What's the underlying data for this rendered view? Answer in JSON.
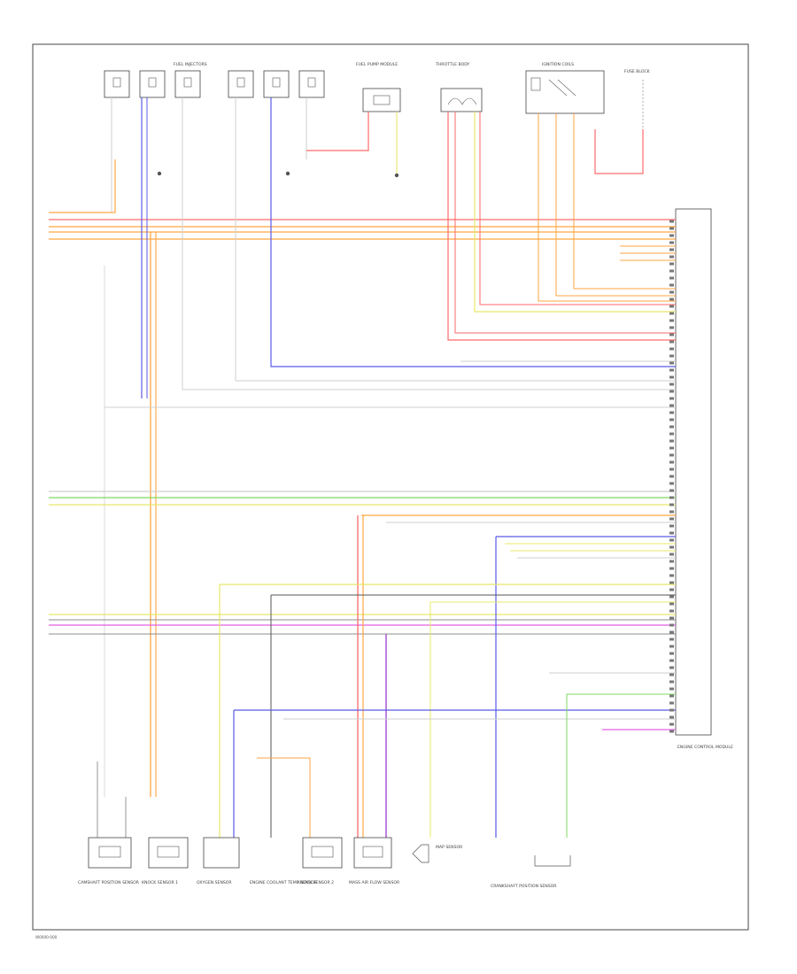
{
  "diagram": {
    "footer_code": "W0000-000",
    "top_components": [
      {
        "id": "fuel-injectors",
        "label": "FUEL INJECTORS"
      },
      {
        "id": "fuel-pump-module",
        "label": "FUEL PUMP MODULE"
      },
      {
        "id": "throttle-body",
        "label": "THROTTLE BODY"
      },
      {
        "id": "ignition-coils",
        "label": "IGNITION COILS"
      },
      {
        "id": "fuse-block",
        "label": "FUSE BLOCK"
      }
    ],
    "ecm_label": "ENGINE CONTROL MODULE",
    "bottom_components": [
      {
        "id": "camshaft-sensor",
        "label": "CAMSHAFT POSITION SENSOR"
      },
      {
        "id": "knock-sensor-1",
        "label": "KNOCK SENSOR 1"
      },
      {
        "id": "oxygen-sensor",
        "label": "OXYGEN SENSOR"
      },
      {
        "id": "engine-coolant-sensor",
        "label": "ENGINE COOLANT TEMP SENSOR"
      },
      {
        "id": "knock-sensor-2",
        "label": "KNOCK SENSOR 2"
      },
      {
        "id": "mass-air-flow-sensor",
        "label": "MASS AIR FLOW SENSOR"
      },
      {
        "id": "map-sensor",
        "label": "MAP SENSOR"
      },
      {
        "id": "crankshaft-sensor",
        "label": "CRANKSHAFT POSITION SENSOR"
      }
    ],
    "wire_colors": {
      "red": "#ff6a6a",
      "orange": "#ffa640",
      "yellow": "#e8e86a",
      "blue": "#5a5ae8",
      "green": "#80d860",
      "magenta": "#e060e0",
      "purple": "#9a40d0",
      "gray": "#8c8c8c",
      "light_gray": "#cfcfcf",
      "dark_gray": "#555555"
    }
  }
}
